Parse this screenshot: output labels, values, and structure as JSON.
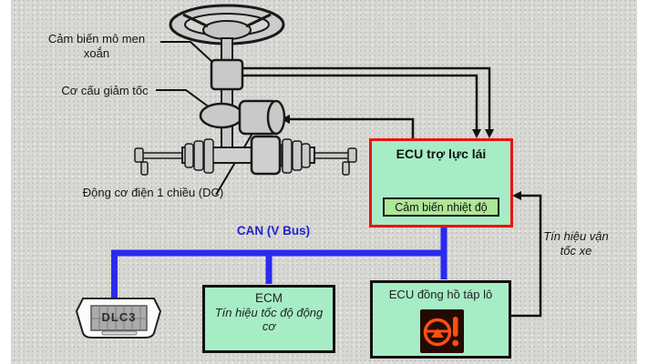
{
  "diagram_title": "EPS (electric power steering) system diagram",
  "labels": {
    "torque_sensor": "Cảm biến mô men xoắn",
    "reduction_gear": "Cơ cấu giảm tốc",
    "dc_motor": "Động cơ điện 1 chiều (DC)",
    "can_bus": "CAN (V Bus)",
    "speed_signal": "Tín hiệu vận tốc xe"
  },
  "boxes": {
    "eps_ecu": {
      "title": "ECU trợ lực lái",
      "temp_sensor": "Cảm biến nhiệt độ"
    },
    "ecm": {
      "title": "ECM",
      "subtitle": "Tín hiệu tốc độ động cơ"
    },
    "cluster": {
      "title": "ECU đồng hồ táp lô",
      "icon": "eps-warning-light"
    },
    "dlc3": {
      "label": "DLC3"
    }
  },
  "colors": {
    "background": "#d7d7d3",
    "box_fill": "#a6edc6",
    "temp_box_fill": "#ace795",
    "ecu_border_red": "#ee1111",
    "can_bus_blue": "#2a2af0",
    "can_text_blue": "#2222cc",
    "line_black": "#111111",
    "warning_glyph_orange": "#ff4f12",
    "warning_bg": "#240a03"
  }
}
